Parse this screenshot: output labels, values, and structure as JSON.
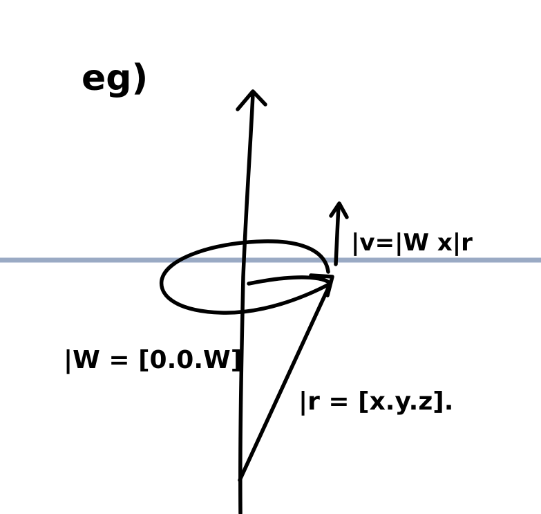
{
  "note_label": "eg)",
  "labels": {
    "omega": "|W = [0.0.W]",
    "radius": "|r = [x.y.z].",
    "velocity": "|v=|W x|r"
  },
  "colors": {
    "ink": "#000000",
    "rule_line": "#9aaac4",
    "background": "#ffffff"
  },
  "icons": {
    "axis_arrowhead": "arrowhead-up-icon",
    "velocity_arrowhead": "arrowhead-up-icon"
  }
}
